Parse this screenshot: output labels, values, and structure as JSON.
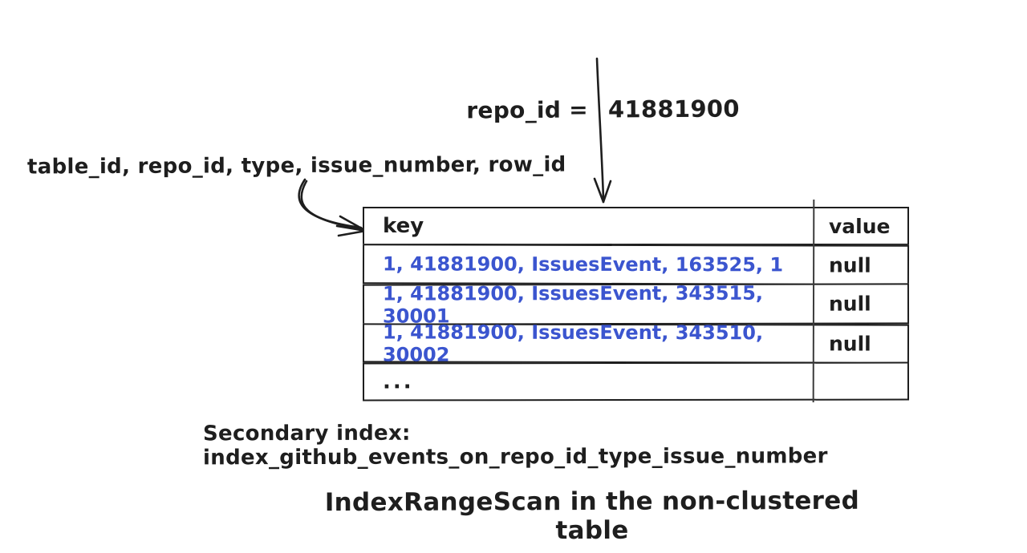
{
  "colors": {
    "ink": "#1e1e1e",
    "blue": "#3b55cf",
    "divider": "#3c3c3c",
    "background": "#ffffff"
  },
  "annotations": {
    "predicate_lhs": "repo_id =",
    "predicate_rhs": "41881900",
    "key_columns": "table_id, repo_id, type, issue_number, row_id"
  },
  "icons": {
    "down_arrow": "down-arrow",
    "curved_arrow": "curved-arrow"
  },
  "table": {
    "headers": [
      "key",
      "value"
    ],
    "rows": [
      {
        "key": "1, 41881900, IssuesEvent, 163525, 1",
        "value": "null"
      },
      {
        "key": "1, 41881900, IssuesEvent, 343515, 30001",
        "value": "null"
      },
      {
        "key": "1, 41881900, IssuesEvent, 343510, 30002",
        "value": "null"
      },
      {
        "key": "...",
        "value": ""
      }
    ]
  },
  "caption": "Secondary index: index_github_events_on_repo_id_type_issue_number",
  "title": "IndexRangeScan in the non-clustered table"
}
